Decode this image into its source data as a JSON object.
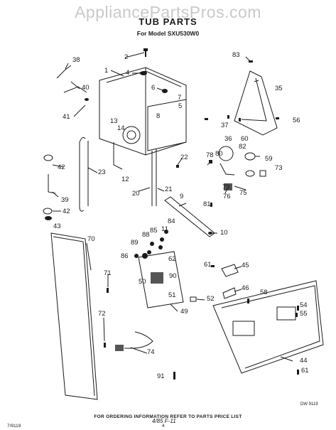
{
  "watermark": "AppliancePartsPros.com",
  "title": "TUB PARTS",
  "model": "For Model SXU530W0",
  "footer": "FOR ORDERING INFORMATION REFER TO PARTS PRICE LIST",
  "date": "7/9119",
  "page_number": "4",
  "drawing_number": "DW 9119",
  "signature": "4/85 F-11",
  "part_labels": [
    "1",
    "2",
    "4",
    "5",
    "6",
    "7",
    "8",
    "9",
    "10",
    "11",
    "12",
    "13",
    "14",
    "20",
    "21",
    "22",
    "23",
    "35",
    "36",
    "37",
    "38",
    "39",
    "40",
    "41",
    "42",
    "42",
    "43",
    "44",
    "45",
    "46",
    "49",
    "50",
    "51",
    "52",
    "54",
    "55",
    "56",
    "58",
    "59",
    "60",
    "61",
    "61",
    "62",
    "70",
    "71",
    "72",
    "73",
    "74",
    "75",
    "76",
    "78",
    "79",
    "80",
    "81",
    "82",
    "83",
    "84",
    "85",
    "86",
    "88",
    "89",
    "90",
    "91"
  ]
}
